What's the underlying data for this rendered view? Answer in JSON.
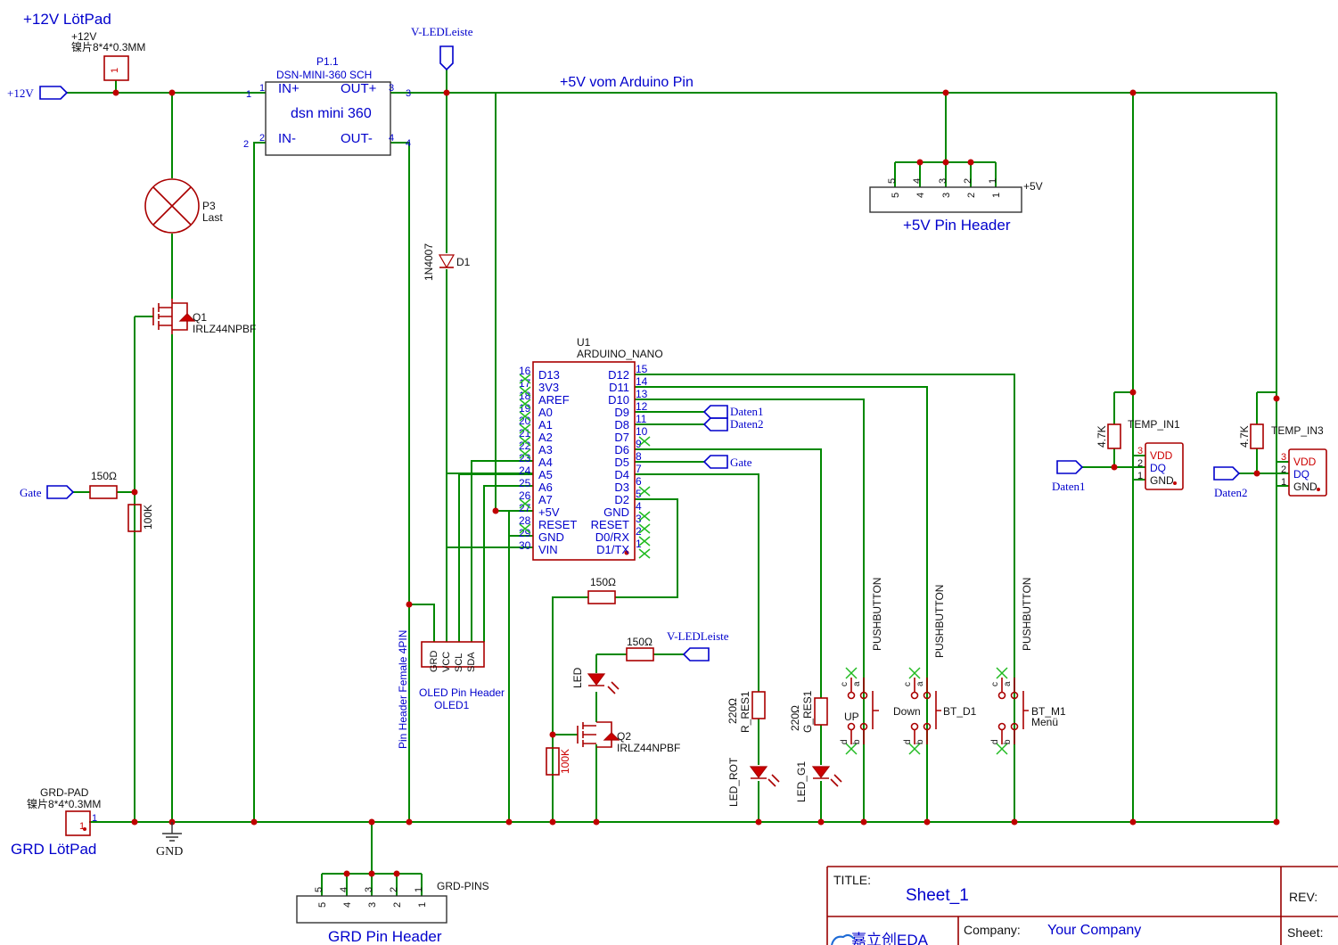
{
  "title_block": {
    "title_label": "TITLE:",
    "title": "Sheet_1",
    "rev_label": "REV:",
    "company_label": "Company:",
    "company": "Your Company",
    "sheet_label": "Sheet:",
    "logo_text": "嘉立创EDA"
  },
  "net_labels": {
    "plus12v_pad_title": "+12V LötPad",
    "plus12v_pad_net": "+12V",
    "plus12v_pad_spec": "镍片8*4*0.3MM",
    "plus12v_flag": "+12V",
    "v_ledleiste_top": "V-LEDLeiste",
    "v5_arduino": "+5V vom Arduino Pin",
    "gate": "Gate",
    "daten1": "Daten1",
    "daten2": "Daten2",
    "gate_right": "Gate",
    "daten1_bottom": "Daten1",
    "daten2_bottom": "Daten2",
    "v_ledleiste_mid": "V-LEDLeiste",
    "gnd": "GND",
    "grd_pad_name": "GRD-PAD",
    "grd_pad_spec": "镍片8*4*0.3MM",
    "grd_pad_title": "GRD LötPad",
    "grd_pins": "GRD-PINS",
    "grd_header_title": "GRD Pin Header",
    "plus5v_header_net": "+5V",
    "plus5v_header_title": "+5V Pin Header"
  },
  "components": {
    "p1": {
      "ref": "P1.1",
      "part": "DSN-MINI-360 SCH",
      "body": "dsn mini 360",
      "in_plus": "IN+",
      "in_minus": "IN-",
      "out_plus": "OUT+",
      "out_minus": "OUT-",
      "p1": "1",
      "p2": "2",
      "p3": "3",
      "p4": "4"
    },
    "p3": {
      "ref": "P3",
      "value": "Last"
    },
    "q1": {
      "ref": "Q1",
      "part": "IRLZ44NPBF"
    },
    "q2": {
      "ref": "Q2",
      "part": "IRLZ44NPBF"
    },
    "d1": {
      "ref": "D1",
      "part": "1N4007"
    },
    "r_gate": "150Ω",
    "r_pull": "100K",
    "r_led150a": "150Ω",
    "r_led150b": "150Ω",
    "r_100k_q2": "100K",
    "led": "LED",
    "r_res1": {
      "ref": "R_RES1",
      "value": "220Ω"
    },
    "g_res1": {
      "ref": "G_RES1",
      "value": "220Ω"
    },
    "led_rot": "LED_ROT",
    "led_g1": "LED_G1",
    "u1": {
      "ref": "U1",
      "part": "ARDUINO_NANO"
    },
    "oled": {
      "ref": "OLED1",
      "name": "OLED Pin Header",
      "pins": [
        "GRD",
        "VCC",
        "SCL",
        "SDA"
      ]
    },
    "pin_header_female": "Pin Header Female 4PIN",
    "temp1": {
      "ref": "TEMP_IN1",
      "res": "4.7K",
      "vdd": "VDD",
      "dq": "DQ",
      "gnd": "GND"
    },
    "temp3": {
      "ref": "TEMP_IN3",
      "res": "4.7K",
      "vdd": "VDD",
      "dq": "DQ",
      "gnd": "GND"
    },
    "bt_up": {
      "label": "UP",
      "type": "PUSHBUTTON"
    },
    "bt_down": {
      "label": "Down",
      "ref": "BT_D1",
      "type": "PUSHBUTTON"
    },
    "bt_menu": {
      "label": "Menü",
      "ref": "BT_M1",
      "type": "PUSHBUTTON"
    }
  },
  "arduino_pins": {
    "left": [
      {
        "num": "16",
        "name": "D13"
      },
      {
        "num": "17",
        "name": "3V3"
      },
      {
        "num": "18",
        "name": "AREF"
      },
      {
        "num": "19",
        "name": "A0"
      },
      {
        "num": "20",
        "name": "A1"
      },
      {
        "num": "21",
        "name": "A2"
      },
      {
        "num": "22",
        "name": "A3"
      },
      {
        "num": "23",
        "name": "A4"
      },
      {
        "num": "24",
        "name": "A5"
      },
      {
        "num": "25",
        "name": "A6"
      },
      {
        "num": "26",
        "name": "A7"
      },
      {
        "num": "27",
        "name": "+5V"
      },
      {
        "num": "28",
        "name": "RESET"
      },
      {
        "num": "29",
        "name": "GND"
      },
      {
        "num": "30",
        "name": "VIN"
      }
    ],
    "right": [
      {
        "num": "15",
        "name": "D12"
      },
      {
        "num": "14",
        "name": "D11"
      },
      {
        "num": "13",
        "name": "D10"
      },
      {
        "num": "12",
        "name": "D9"
      },
      {
        "num": "11",
        "name": "D8"
      },
      {
        "num": "10",
        "name": "D7"
      },
      {
        "num": "9",
        "name": "D6"
      },
      {
        "num": "8",
        "name": "D5"
      },
      {
        "num": "7",
        "name": "D4"
      },
      {
        "num": "6",
        "name": "D3"
      },
      {
        "num": "5",
        "name": "D2"
      },
      {
        "num": "4",
        "name": "GND"
      },
      {
        "num": "3",
        "name": "RESET"
      },
      {
        "num": "2",
        "name": "D0/RX"
      },
      {
        "num": "1",
        "name": "D1/TX"
      }
    ]
  },
  "header_pins": [
    "5",
    "4",
    "3",
    "2",
    "1"
  ]
}
